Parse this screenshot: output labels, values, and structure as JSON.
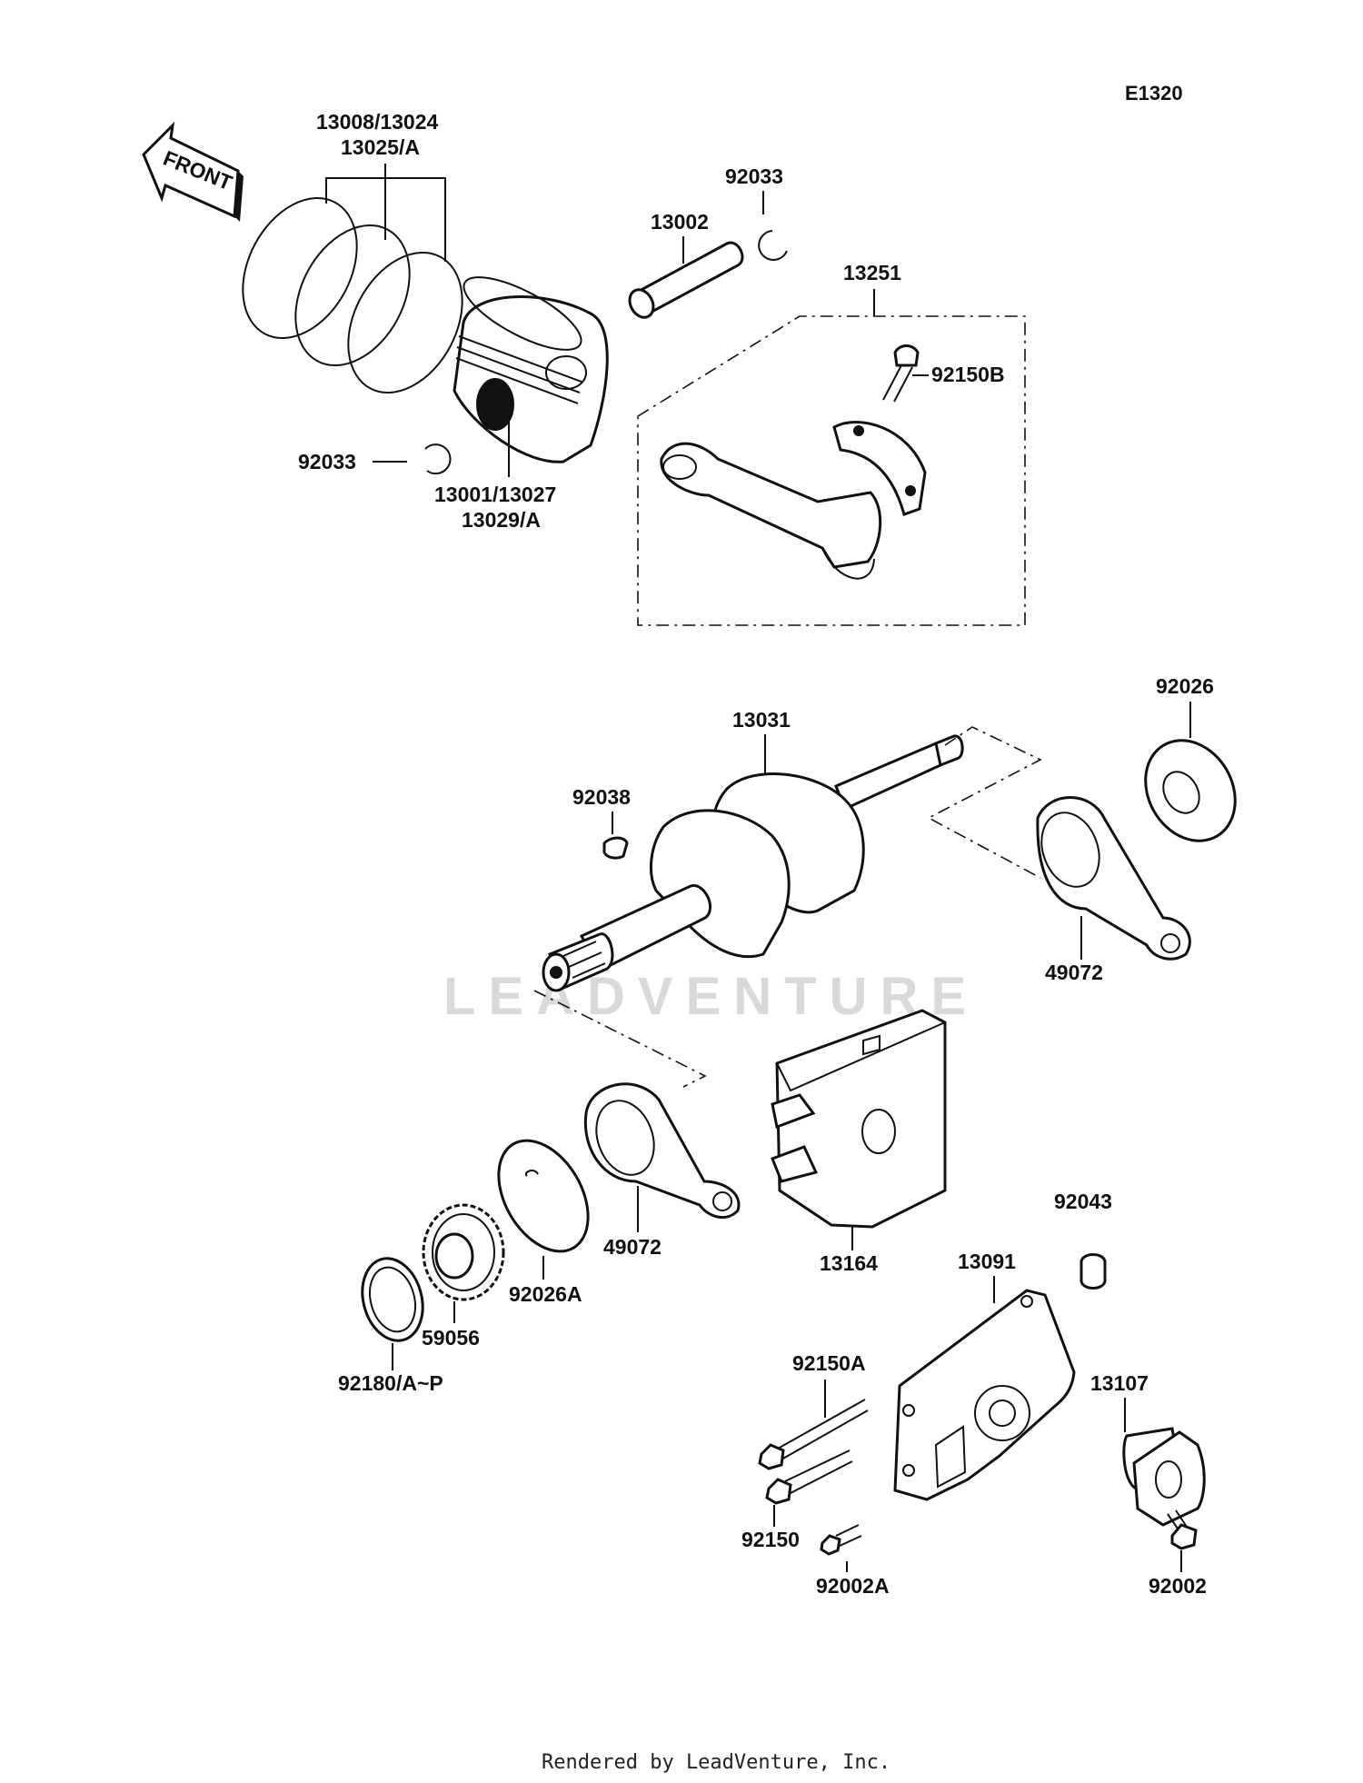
{
  "diagram": {
    "ref_code": "E1320",
    "front_label": "FRONT",
    "footer": "Rendered by LeadVenture, Inc.",
    "watermark": "LEADVENTURE",
    "labels": {
      "rings_line1": "13008/13024",
      "rings_line2": "13025/A",
      "piston_line1": "13001/13027",
      "piston_line2": "13029/A",
      "circlip_left": "92033",
      "circlip_right": "92033",
      "piston_pin": "13002",
      "conrod_assy": "13251",
      "conrod_bolt": "92150B",
      "crankshaft": "13031",
      "key": "92038",
      "washer_right": "92026",
      "bearing_right": "49072",
      "bearing_left": "49072",
      "washer_left": "92026A",
      "gear": "59056",
      "shim": "92180/A~P",
      "counterweight": "13164",
      "pin": "92043",
      "housing": "13091",
      "bolt_long": "92150A",
      "bolt": "92150",
      "bushing": "13107",
      "bolt_short": "92002A",
      "bolt_small": "92002"
    }
  }
}
